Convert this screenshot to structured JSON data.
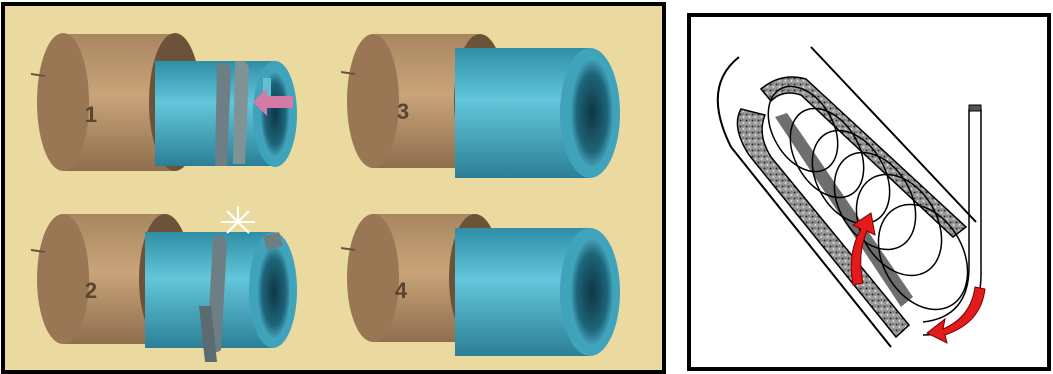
{
  "left_panel": {
    "steps": [
      {
        "label": "1"
      },
      {
        "label": "2"
      },
      {
        "label": "3"
      },
      {
        "label": "4"
      }
    ]
  },
  "right_panel": {
    "arrows": [
      "rotation-arrow-up",
      "rotation-arrow-down"
    ]
  },
  "colors": {
    "background": "#eadaa0",
    "host_pipe": "#b8926a",
    "liner": "#4fb4cb",
    "liner_dark": "#1f6a80",
    "strip": "#6d7f84",
    "push_arrow": "#d67aa5",
    "rotation_arrow": "#e41b1b"
  }
}
